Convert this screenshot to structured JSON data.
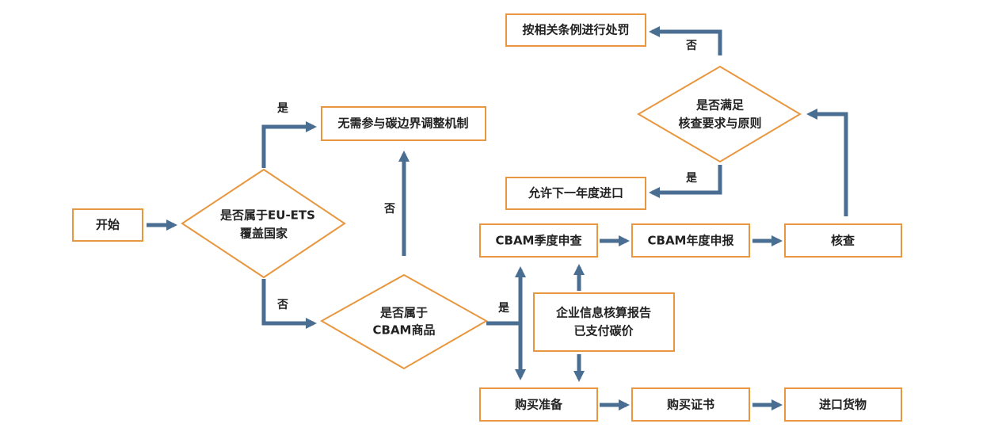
{
  "nodes": {
    "start": "开始",
    "q_euets": [
      "是否属于EU-ETS",
      "覆盖国家"
    ],
    "no_cbam": "无需参与碳边界调整机制",
    "q_cbam_goods": [
      "是否属于",
      "CBAM商品"
    ],
    "quarterly": "CBAM季度申查",
    "annual": "CBAM年度申报",
    "verify": "核查",
    "enterprise_report": [
      "企业信息核算报告",
      "已支付碳价"
    ],
    "purchase_prep": "购买准备",
    "buy_cert": "购买证书",
    "import_goods": "进口货物",
    "allow_import": "允许下一年度进口",
    "q_meet": [
      "是否满足",
      "核查要求与原则"
    ],
    "penalty": "按相关条例进行处罚"
  },
  "edges": {
    "yes": "是",
    "no": "否"
  },
  "colors": {
    "box_border": "#e8973f",
    "arrow": "#4a6e91"
  }
}
